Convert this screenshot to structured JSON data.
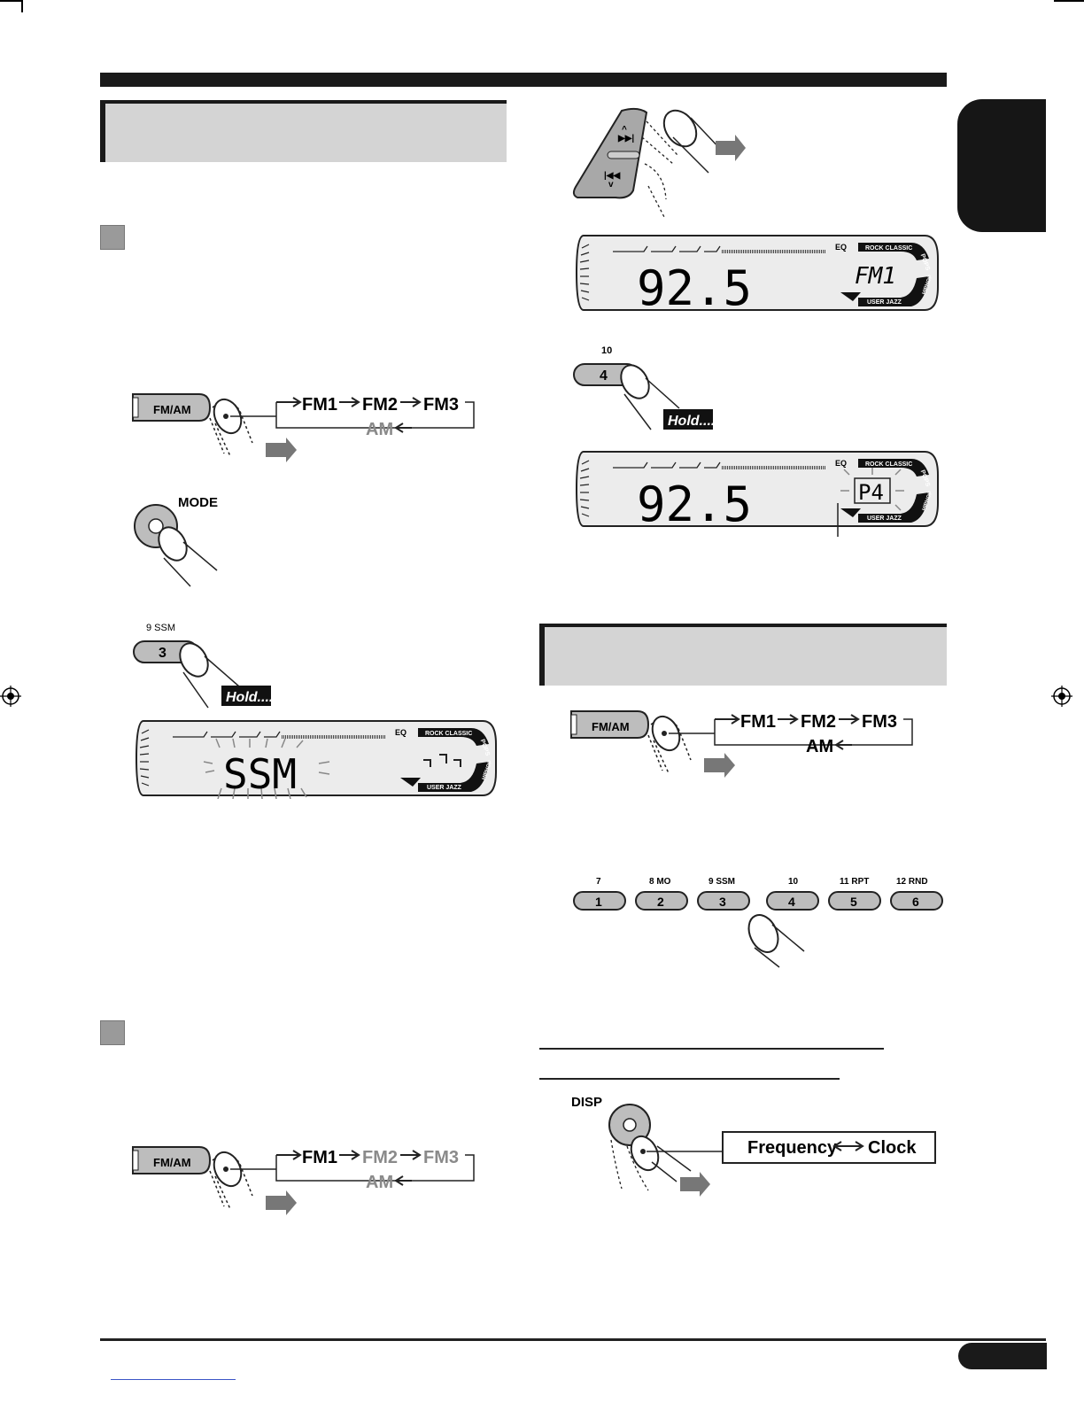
{
  "buttons": {
    "fm_am": "FM/AM",
    "mode": "MODE",
    "disp": "DISP",
    "hold": "Hold....",
    "preset3_key": "3",
    "preset3_label": "9  SSM",
    "preset4_key": "4",
    "preset4_label": "10"
  },
  "band_cycle": {
    "fm1": "FM1",
    "fm2": "FM2",
    "fm3": "FM3",
    "am": "AM"
  },
  "display": {
    "frequency": "92.5",
    "band": "FM1",
    "ssm": "SSM",
    "preset": "P4",
    "eq": "EQ",
    "rock_classic": "ROCK CLASSIC",
    "pops": "POPS",
    "hiphop": "HIPHOP",
    "user_jazz": "USER  JAZZ"
  },
  "presets": [
    {
      "key": "1",
      "label": "7"
    },
    {
      "key": "2",
      "label": "8  MO"
    },
    {
      "key": "3",
      "label": "9  SSM"
    },
    {
      "key": "4",
      "label": "10"
    },
    {
      "key": "5",
      "label": "11  RPT"
    },
    {
      "key": "6",
      "label": "12  RND"
    }
  ],
  "disp_toggle": {
    "frequency": "Frequency",
    "clock": "Clock"
  }
}
